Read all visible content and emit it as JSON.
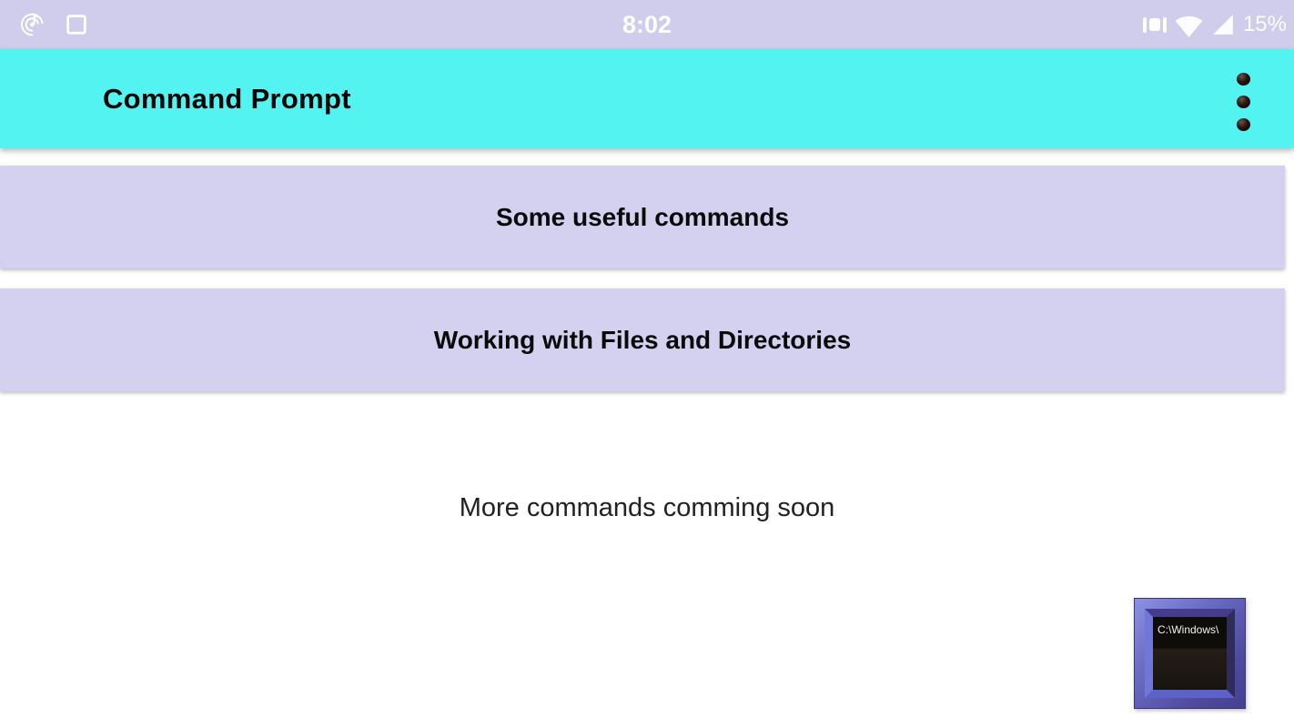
{
  "colors": {
    "status_bar_bg": "#cfccec",
    "app_bar_bg": "#53f3f1",
    "button_bg": "#d3d0f0",
    "page_bg": "#ffffff",
    "title_text": "#050505",
    "icon_frame_blue": "#5c63c8"
  },
  "status_bar": {
    "time": "8:02",
    "battery_percent": "15%",
    "left_icons": [
      "music-notification-icon",
      "square-notification-icon"
    ],
    "right_icons": [
      "vibrate-icon",
      "wifi-icon",
      "cellular-signal-icon"
    ]
  },
  "app_bar": {
    "title": "Command Prompt"
  },
  "buttons": [
    {
      "label": "Some useful commands"
    },
    {
      "label": "Working with Files and Directories"
    }
  ],
  "footer_note": "More commands comming soon",
  "app_icon": {
    "screen_text": "C:\\Windows\\"
  }
}
